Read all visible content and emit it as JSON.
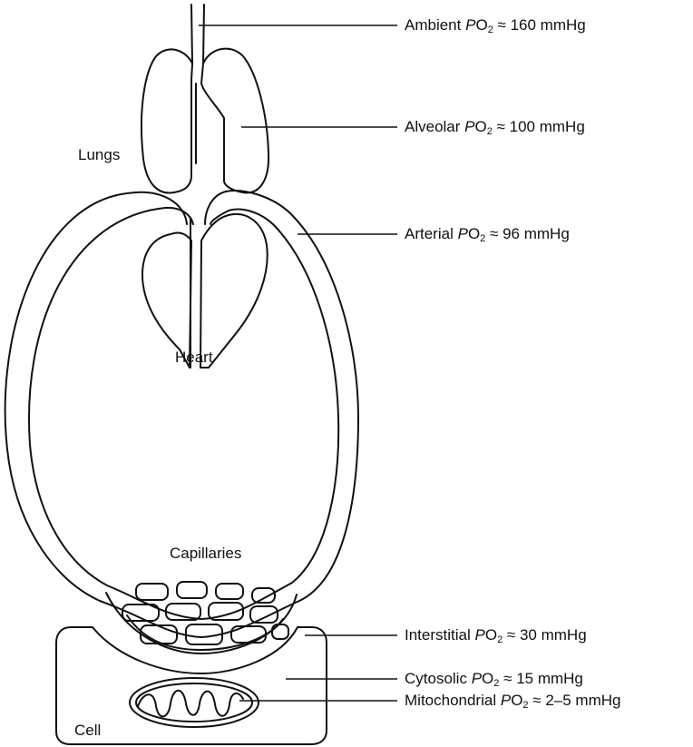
{
  "organs": {
    "lungs": "Lungs",
    "heart": "Heart",
    "capillaries": "Capillaries",
    "cell": "Cell"
  },
  "po2_levels": [
    {
      "prefix": "Ambient",
      "p": "P",
      "o": "O",
      "sub": "2",
      "value": "≈ 160 mmHg"
    },
    {
      "prefix": "Alveolar",
      "p": "P",
      "o": "O",
      "sub": "2",
      "value": "≈ 100 mmHg"
    },
    {
      "prefix": "Arterial",
      "p": "P",
      "o": "O",
      "sub": "2",
      "value": "≈ 96 mmHg"
    },
    {
      "prefix": "Interstitial",
      "p": "P",
      "o": "O",
      "sub": "2",
      "value": "≈ 30 mmHg"
    },
    {
      "prefix": "Cytosolic",
      "p": "P",
      "o": "O",
      "sub": "2",
      "value": "≈ 15 mmHg"
    },
    {
      "prefix": "Mitochondrial",
      "p": "P",
      "o": "O",
      "sub": "2",
      "value": "≈ 2–5 mmHg"
    }
  ]
}
